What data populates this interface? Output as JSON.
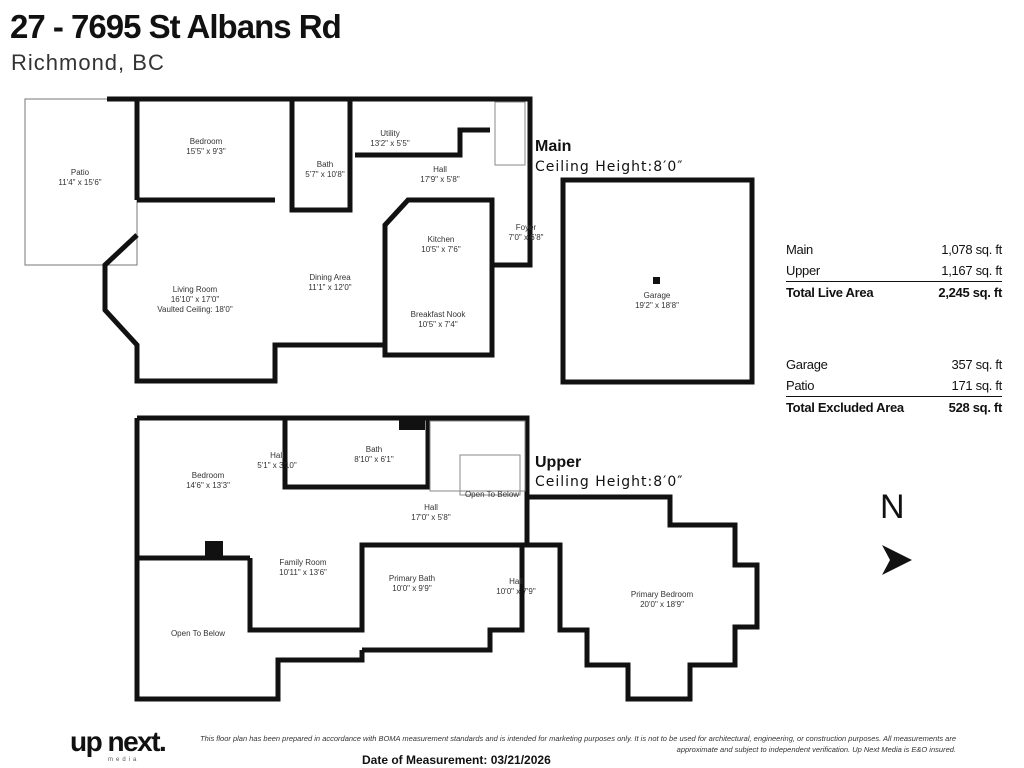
{
  "header": {
    "title": "27 - 7695 St Albans Rd",
    "subtitle": "Richmond, BC"
  },
  "main_floor": {
    "label": "Main",
    "ceiling": "Ceiling Height:8′0″",
    "rooms": [
      {
        "name": "Patio",
        "dims": "11'4\" x 15'6\""
      },
      {
        "name": "Bedroom",
        "dims": "15'5\" x 9'3\""
      },
      {
        "name": "Bath",
        "dims": "5'7\" x 10'8\""
      },
      {
        "name": "Utility",
        "dims": "13'2\" x 5'5\""
      },
      {
        "name": "Hall",
        "dims": "17'9\" x 5'8\""
      },
      {
        "name": "Kitchen",
        "dims": "10'5\" x 7'6\""
      },
      {
        "name": "Foyer",
        "dims": "7'0\" x 6'8\""
      },
      {
        "name": "Living Room",
        "dims": "16'10\" x 17'0\"",
        "extra": "Vaulted Ceiling: 18'0\""
      },
      {
        "name": "Dining Area",
        "dims": "11'1\" x 12'0\""
      },
      {
        "name": "Breakfast Nook",
        "dims": "10'5\" x 7'4\""
      },
      {
        "name": "Garage",
        "dims": "19'2\" x 18'8\""
      }
    ]
  },
  "upper_floor": {
    "label": "Upper",
    "ceiling": "Ceiling Height:8′0″",
    "rooms": [
      {
        "name": "Bedroom",
        "dims": "14'6\" x 13'3\""
      },
      {
        "name": "Hall",
        "dims": "5'1\" x 3'10\""
      },
      {
        "name": "Bath",
        "dims": "8'10\" x 6'1\""
      },
      {
        "name": "Open To Below",
        "dims": ""
      },
      {
        "name": "Hall",
        "dims": "17'0\" x 5'8\""
      },
      {
        "name": "Family Room",
        "dims": "10'11\" x 13'6\""
      },
      {
        "name": "Primary Bath",
        "dims": "10'0\" x 9'9\""
      },
      {
        "name": "Hall",
        "dims": "10'0\" x 7'9\""
      },
      {
        "name": "Primary Bedroom",
        "dims": "20'0\" x 18'9\""
      },
      {
        "name": "Open To Below",
        "dims": ""
      }
    ]
  },
  "areas": {
    "live": [
      {
        "label": "Main",
        "value": "1,078 sq. ft"
      },
      {
        "label": "Upper",
        "value": "1,167 sq. ft"
      },
      {
        "label": "Total Live Area",
        "value": "2,245 sq. ft"
      }
    ],
    "excluded": [
      {
        "label": "Garage",
        "value": "357 sq. ft"
      },
      {
        "label": "Patio",
        "value": "171 sq. ft"
      },
      {
        "label": "Total Excluded Area",
        "value": "528 sq. ft"
      }
    ]
  },
  "compass": {
    "label": "N",
    "icon": "north-arrow-icon"
  },
  "footer": {
    "logo": "up next.",
    "logo_sub": "media",
    "disclaimer": "This floor plan has been prepared in accordance with BOMA measurement standards and is intended for marketing purposes only. It is not to be used for architectural, engineering, or construction purposes. All measurements are approximate and subject to independent verification. Up Next Media is E&O insured.",
    "date": "Date of Measurement: 03/21/2026"
  }
}
